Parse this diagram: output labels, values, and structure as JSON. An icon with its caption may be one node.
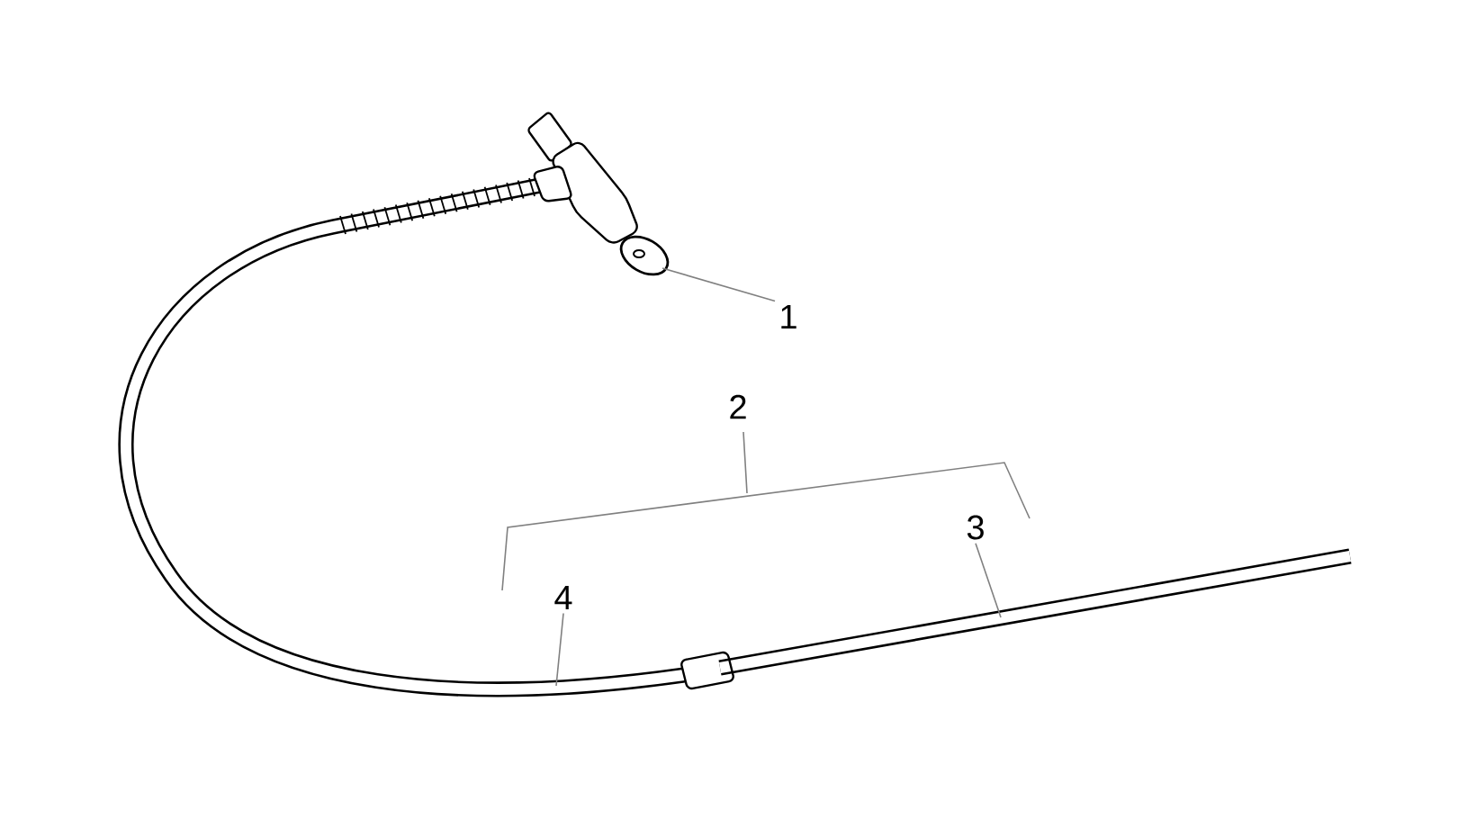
{
  "diagram": {
    "nodes": [
      {
        "text": [
          "1"
        ]
      },
      {
        "text": [
          "3"
        ]
      },
      {
        "text": [
          "4"
        ]
      }
    ],
    "edges": [
      {
        "from": 0,
        "to": null,
        "arrow": "none"
      },
      {
        "from": 1,
        "to": null,
        "arrow": "none"
      },
      {
        "from": 2,
        "to": null,
        "arrow": "none"
      }
    ],
    "labels": [
      "2"
    ]
  }
}
